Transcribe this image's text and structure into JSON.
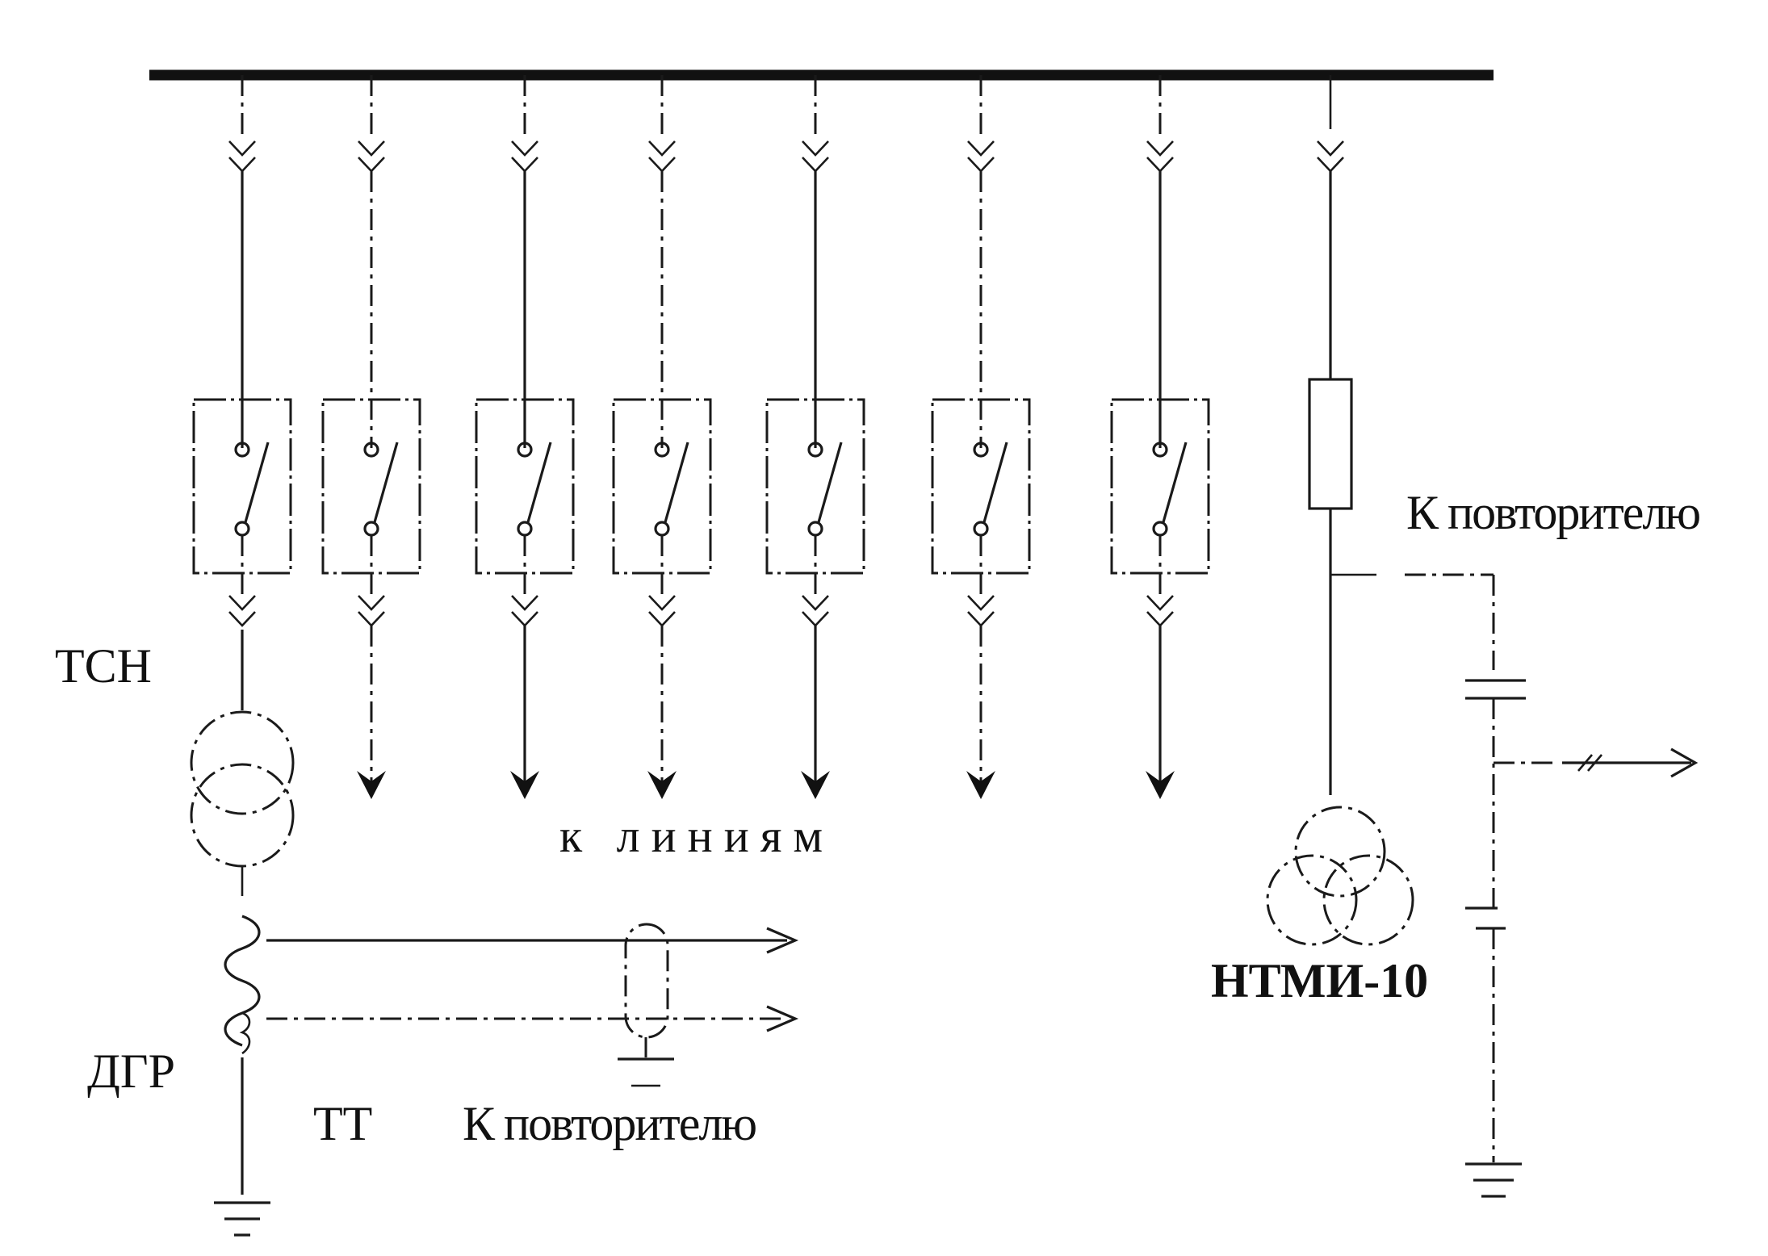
{
  "labels": {
    "tsn": "ТСН",
    "dgr": "ДГР",
    "tt": "ТТ",
    "k_liniyam": "к линиям",
    "k_povtoritelyu_top": "К повторителю",
    "k_povtoritelyu_bottom": "К повторителю",
    "ntmi": "НТМИ-10"
  }
}
